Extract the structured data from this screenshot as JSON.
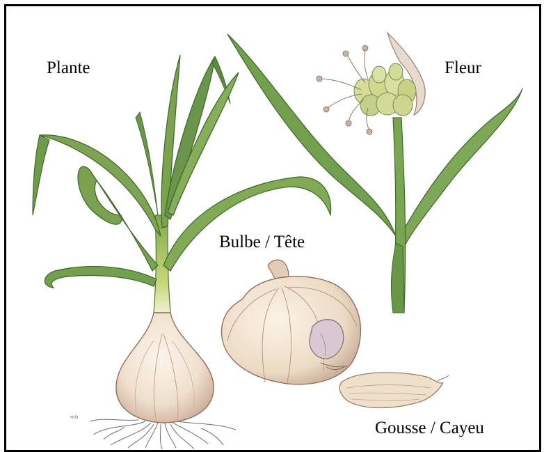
{
  "labels": {
    "plante": "Plante",
    "fleur": "Fleur",
    "bulbe": "Bulbe / Tête",
    "gousse": "Gousse / Cayeu"
  },
  "colors": {
    "frame": "#000000",
    "background": "#ffffff",
    "leaf_green": "#6f9a4a",
    "leaf_dark": "#3f6b2c",
    "stem_yellow": "#c9d77c",
    "bulb_cream": "#efe2cf",
    "bulb_shadow": "#c7a993",
    "bulb_pink": "#d9b3a8",
    "root_gray": "#6e6e6e",
    "flower_green": "#c4cf8a"
  }
}
